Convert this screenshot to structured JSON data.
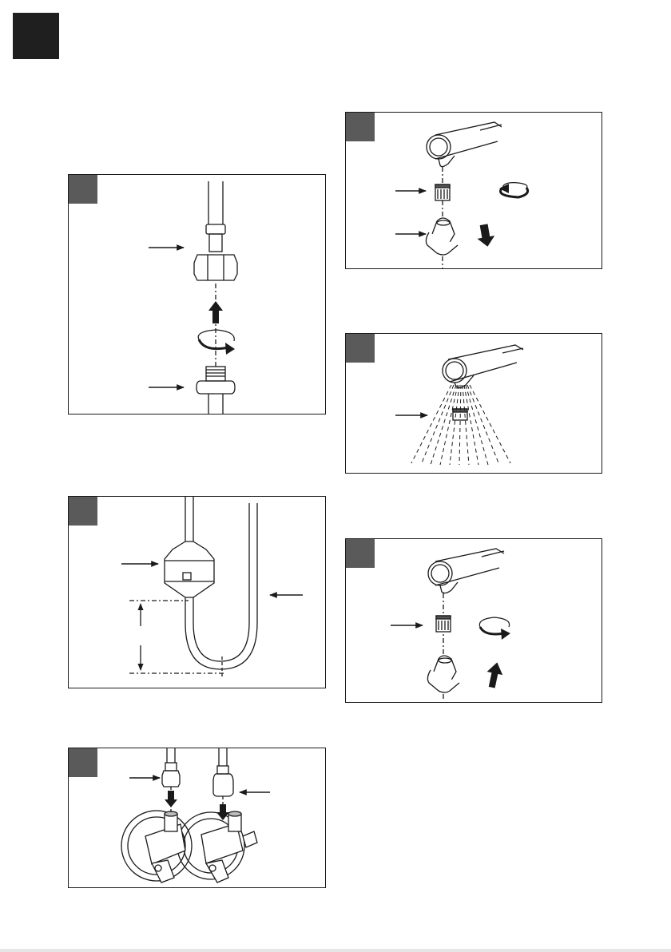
{
  "page": {
    "section_tab_color": "#1f1f1f",
    "badge_color": "#5a5a5a",
    "line_color": "#1a1a1a"
  },
  "steps": [
    {
      "id": "hose-nut-connection",
      "icons": [
        "arrow-right-icon",
        "arrow-up-icon",
        "rotate-clockwise-icon",
        "arrow-right-icon"
      ]
    },
    {
      "id": "hose-weight-loop",
      "icons": [
        "arrow-right-icon",
        "arrow-left-icon",
        "dimension-arrow-icon"
      ]
    },
    {
      "id": "angle-valve-connection",
      "icons": [
        "arrow-right-icon",
        "arrow-left-icon",
        "arrow-down-icon",
        "arrow-down-icon"
      ]
    },
    {
      "id": "aerator-removal",
      "icons": [
        "arrow-right-icon",
        "arrow-right-icon",
        "rotate-counterclockwise-icon",
        "arrow-down-icon"
      ]
    },
    {
      "id": "flush-spray",
      "icons": [
        "arrow-right-icon",
        "water-spray-icon"
      ]
    },
    {
      "id": "aerator-install",
      "icons": [
        "arrow-right-icon",
        "rotate-clockwise-icon",
        "arrow-up-icon"
      ]
    }
  ]
}
